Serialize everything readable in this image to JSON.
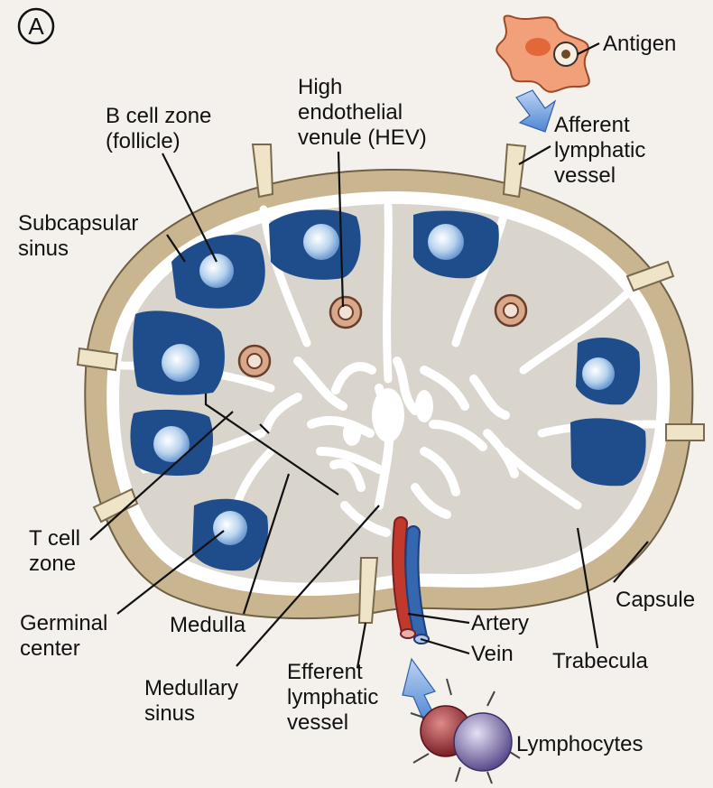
{
  "panel_letter": "A",
  "labels": {
    "antigen": "Antigen",
    "afferent": [
      "Afferent",
      "lymphatic",
      "vessel"
    ],
    "b_cell_zone": [
      "B cell zone",
      "(follicle)"
    ],
    "hev": [
      "High",
      "endothelial",
      "venule (HEV)"
    ],
    "subcapsular": [
      "Subcapsular",
      "sinus"
    ],
    "t_cell": [
      "T cell",
      "zone"
    ],
    "germinal": [
      "Germinal",
      "center"
    ],
    "medulla": "Medulla",
    "medullary_sinus": [
      "Medullary",
      "sinus"
    ],
    "efferent": [
      "Efferent",
      "lymphatic",
      "vessel"
    ],
    "artery": "Artery",
    "vein": "Vein",
    "capsule": "Capsule",
    "trabecula": "Trabecula",
    "lymphocytes": "Lymphocytes"
  },
  "colors": {
    "capsule": "#c9b690",
    "parenchyma": "#d9d4cc",
    "follicle": "#1f4d8c",
    "germinal_center": "#cfe2f3",
    "artery": "#c0392b",
    "vein": "#3566b0",
    "dendritic_cell": "#f2a07a",
    "flow_arrow": "#5b8fd8"
  }
}
